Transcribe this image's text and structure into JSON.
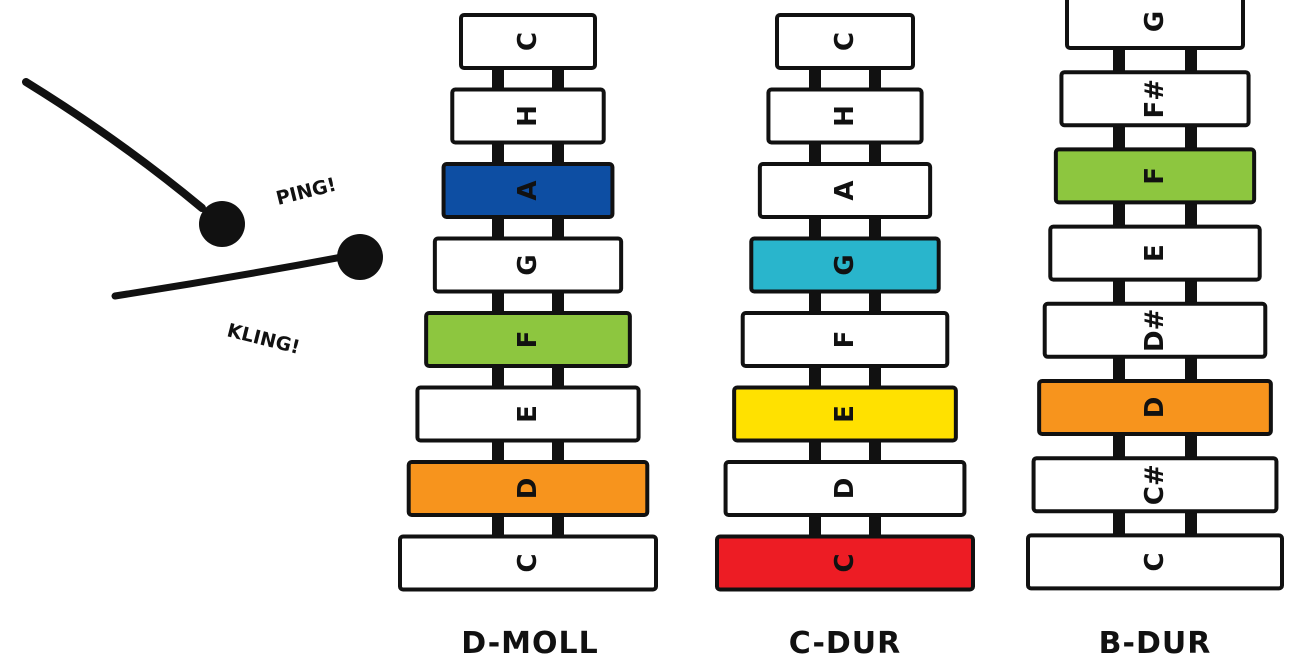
{
  "sound_effects": {
    "ping": "PING!",
    "kling": "KLING!"
  },
  "mallets": [
    {
      "name": "upper-mallet"
    },
    {
      "name": "lower-mallet"
    }
  ],
  "xylophones": [
    {
      "name": "D-MOLL",
      "bars": [
        {
          "note": "C",
          "color": "#ffffff"
        },
        {
          "note": "H",
          "color": "#ffffff"
        },
        {
          "note": "A",
          "color": "#0d4ea3"
        },
        {
          "note": "G",
          "color": "#ffffff"
        },
        {
          "note": "F",
          "color": "#8dc63f"
        },
        {
          "note": "E",
          "color": "#ffffff"
        },
        {
          "note": "D",
          "color": "#f7941d"
        },
        {
          "note": "C",
          "color": "#ffffff"
        }
      ]
    },
    {
      "name": "C-DUR",
      "bars": [
        {
          "note": "C",
          "color": "#ffffff"
        },
        {
          "note": "H",
          "color": "#ffffff"
        },
        {
          "note": "A",
          "color": "#ffffff"
        },
        {
          "note": "G",
          "color": "#29b5cc"
        },
        {
          "note": "F",
          "color": "#ffffff"
        },
        {
          "note": "E",
          "color": "#ffe100"
        },
        {
          "note": "D",
          "color": "#ffffff"
        },
        {
          "note": "C",
          "color": "#ed1c24"
        }
      ]
    },
    {
      "name": "B-DUR",
      "bars": [
        {
          "note": "G",
          "color": "#ffffff"
        },
        {
          "note": "F#",
          "color": "#ffffff"
        },
        {
          "note": "F",
          "color": "#8dc63f"
        },
        {
          "note": "E",
          "color": "#ffffff"
        },
        {
          "note": "D#",
          "color": "#ffffff"
        },
        {
          "note": "D",
          "color": "#f7941d"
        },
        {
          "note": "C#",
          "color": "#ffffff"
        },
        {
          "note": "C",
          "color": "#ffffff"
        }
      ]
    }
  ]
}
